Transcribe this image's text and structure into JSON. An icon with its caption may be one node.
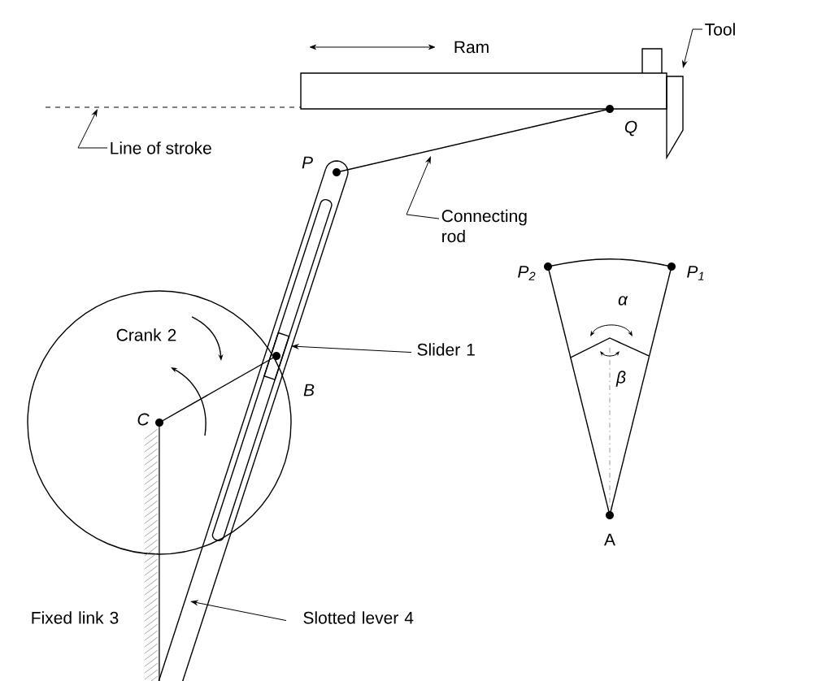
{
  "diagram": {
    "nodes": [
      {
        "text": [
          "Tool"
        ]
      },
      {
        "text": [
          "Line of stroke"
        ]
      },
      {
        "text": [
          "Connecting rod"
        ]
      },
      {
        "text": [
          "Slider 1"
        ]
      },
      {
        "text": [
          "Slotted lever 4"
        ]
      },
      {
        "text": [],
        "shape": "box"
      },
      {
        "text": [],
        "shape": "line"
      },
      {
        "text": [],
        "shape": "bar"
      },
      {
        "text": [],
        "shape": "bar"
      },
      {
        "text": [],
        "shape": "box",
        "in": 8
      }
    ],
    "edges": [
      {
        "from": 0,
        "to": 5,
        "arrow": "to"
      },
      {
        "from": 1,
        "to": 6,
        "arrow": "to"
      },
      {
        "from": 2,
        "to": 7,
        "arrow": "to"
      },
      {
        "from": 3,
        "to": 9,
        "arrow": "to"
      },
      {
        "from": 4,
        "to": 8,
        "arrow": "to"
      }
    ],
    "labels": [
      "Ram",
      "P",
      "Q",
      "P$_{2}$",
      "P$_{1}$",
      "α",
      "Crank 2",
      "B",
      "β",
      "C",
      "A",
      "Fixed link 3"
    ]
  }
}
